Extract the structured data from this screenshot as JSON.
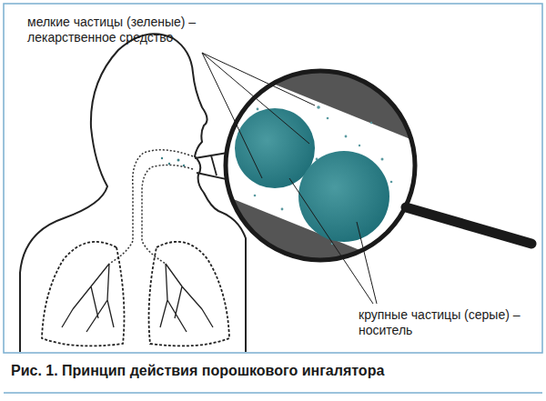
{
  "diagram": {
    "caption": "Рис. 1. Принцип действия порошкового ингалятора",
    "labels": [
      "мелкие частицы (зеленые) – лекарственное средство",
      "крупные частицы (серые) – носитель"
    ]
  }
}
